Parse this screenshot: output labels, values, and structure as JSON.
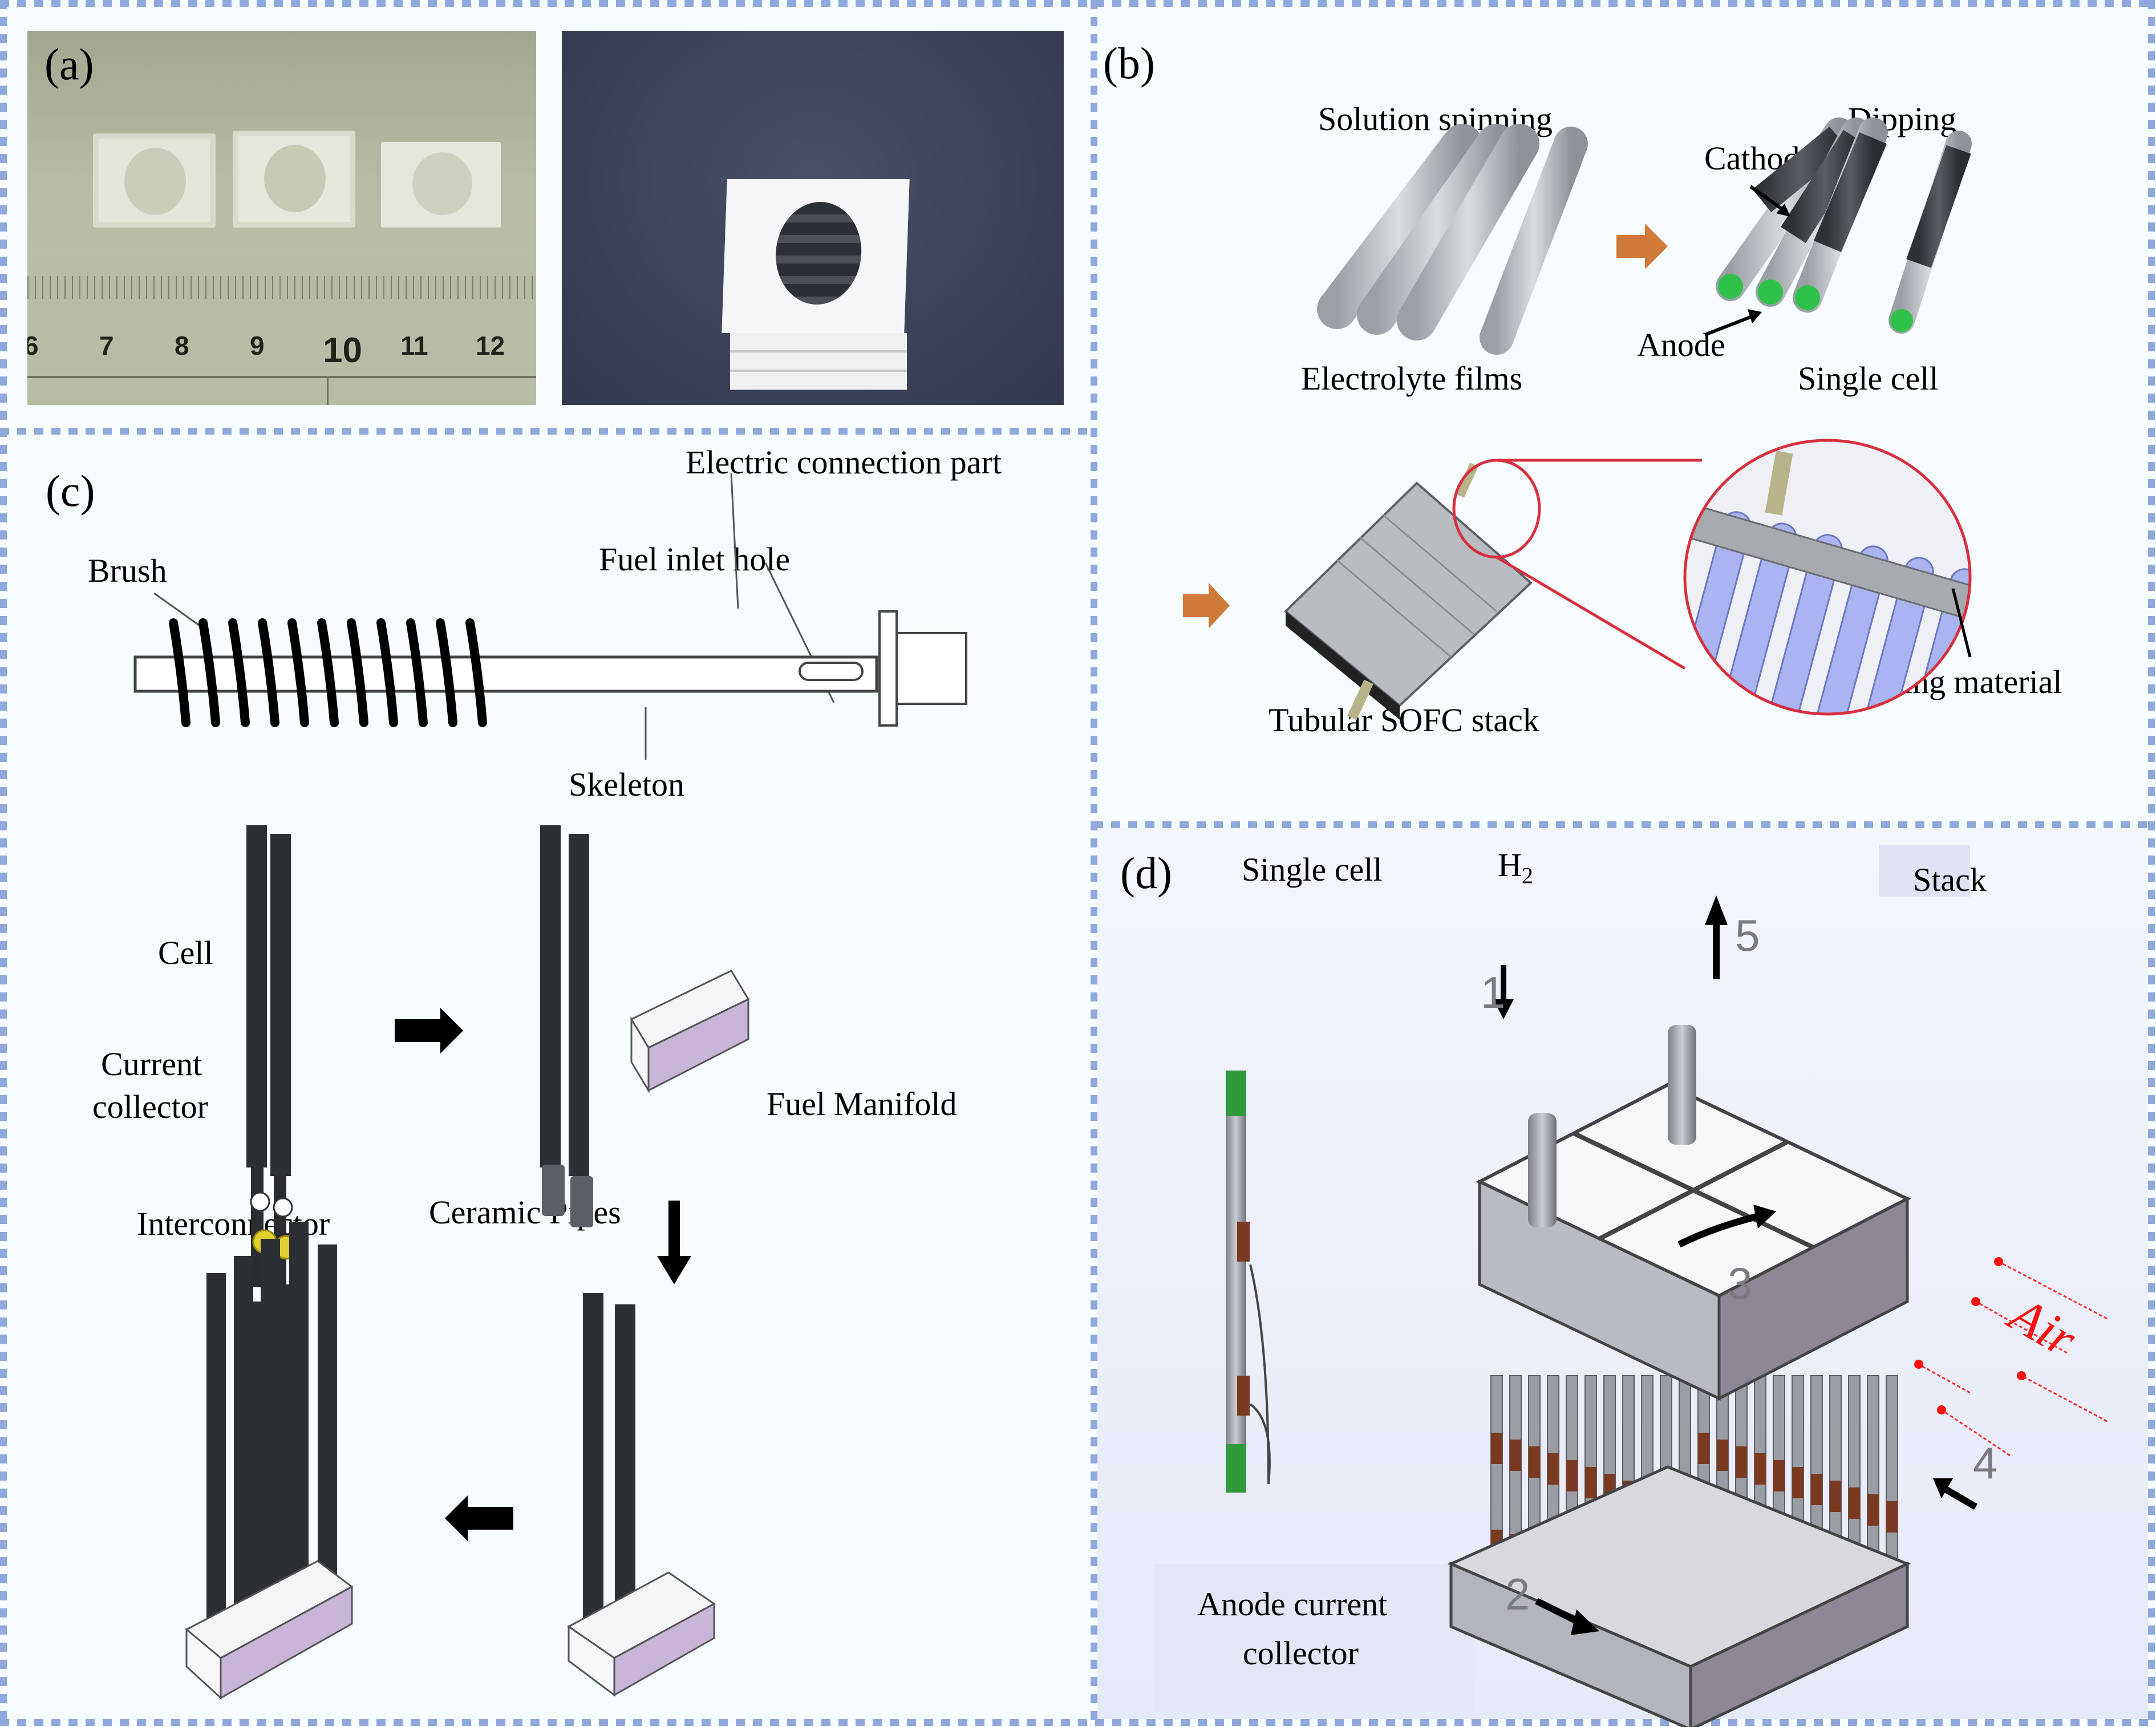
{
  "figure": {
    "panels": {
      "a": {
        "label": "(a)",
        "ruler_ticks": [
          "6",
          "7",
          "8",
          "9",
          "10",
          "11",
          "12"
        ]
      },
      "b": {
        "label": "(b)",
        "solution_spinning": "Solution spinning",
        "dipping": "Dipping",
        "cathode": "Cathode",
        "anode": "Anode",
        "electrolyte_films": "Electrolyte films",
        "single_cell": "Single cell",
        "tubular_stack": "Tubular SOFC stack",
        "sealing_material": "Sealing material"
      },
      "c": {
        "label": "(c)",
        "electric_connection_part": "Electric connection part",
        "fuel_inlet_hole": "Fuel inlet hole",
        "brush": "Brush",
        "skeleton": "Skeleton",
        "cell": "Cell",
        "current_collector_line1": "Current",
        "current_collector_line2": "collector",
        "interconnector": "Interconnector",
        "ceramic_pipes": "Ceramic Pipes",
        "fuel_manifold": "Fuel Manifold"
      },
      "d": {
        "label": "(d)",
        "single_cell": "Single cell",
        "h2_base": "H",
        "h2_sub": "2",
        "stack": "Stack",
        "air": "Air",
        "anode_cc_line1": "Anode current",
        "anode_cc_line2": "collector",
        "flow_steps": [
          "1",
          "2",
          "3",
          "4",
          "5"
        ]
      }
    },
    "colors": {
      "border_dash": "#8fa8de",
      "arrow_orange": "#d07a3a",
      "anode_green": "#2fc24a",
      "cathode_dark": "#3c3f44",
      "air_red": "#ff1010",
      "zoom_circle": "#d83040",
      "manifold_purple": "#c8b5d8",
      "sealing_blue": "#aab4f0",
      "copper_band": "#7a3a22"
    }
  }
}
